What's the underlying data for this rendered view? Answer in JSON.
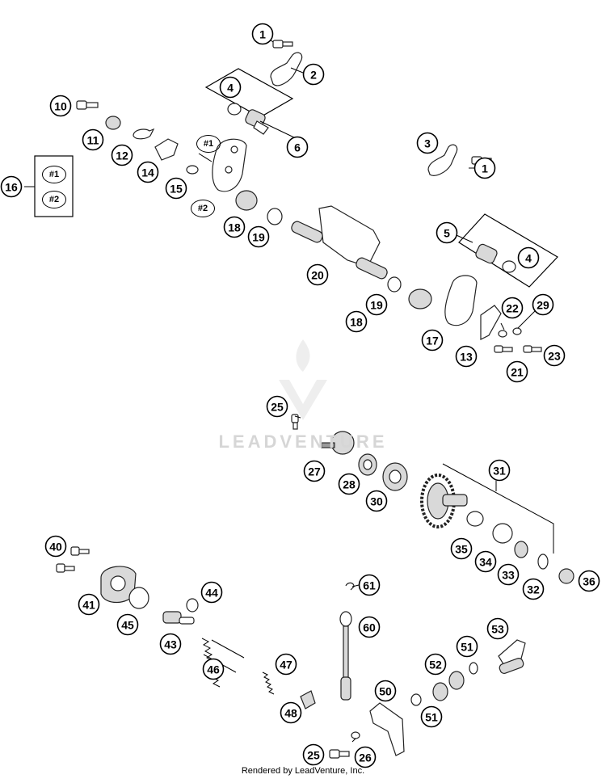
{
  "diagram": {
    "callouts": [
      "1",
      "2",
      "1",
      "3",
      "4",
      "5",
      "4",
      "6",
      "10",
      "11",
      "12",
      "14",
      "15",
      "16",
      "17",
      "18",
      "18",
      "19",
      "19",
      "20",
      "13",
      "21",
      "22",
      "23",
      "29",
      "25",
      "25",
      "26",
      "27",
      "28",
      "30",
      "31",
      "32",
      "33",
      "34",
      "35",
      "36",
      "40",
      "41",
      "43",
      "44",
      "45",
      "46",
      "47",
      "48",
      "50",
      "51",
      "51",
      "52",
      "53",
      "60",
      "61"
    ],
    "kit_labels": [
      "#1",
      "#2",
      "#1",
      "#2"
    ],
    "kit_group": [
      "#1",
      "#2"
    ]
  },
  "watermark": "LEADVENTURE",
  "footer": "Rendered by LeadVenture, Inc."
}
